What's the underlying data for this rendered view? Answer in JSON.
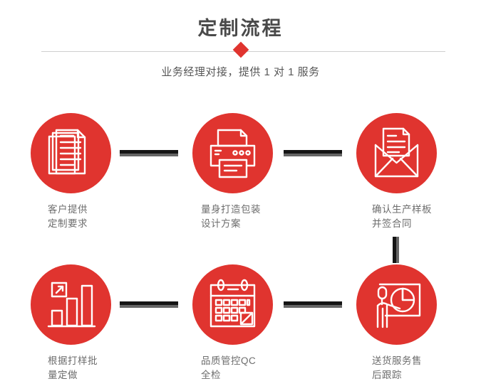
{
  "header": {
    "title": "定制流程",
    "subtitle": "业务经理对接，提供 1 对 1 服务",
    "divider_icon": "diamond-icon",
    "accent_color": "#e0342f",
    "title_color": "#4a4a4a",
    "subtitle_color": "#575757",
    "divider_color": "#cfcfcf"
  },
  "flow": {
    "connector_colors": {
      "dark": "#151515",
      "light": "#656565"
    },
    "steps": [
      {
        "index": 1,
        "icon": "documents-stack-icon",
        "label": "客户提供\n定制要求",
        "label_line1": "客户提供",
        "label_line2": "定制要求"
      },
      {
        "index": 2,
        "icon": "printer-icon",
        "label": "量身打造包装\n设计方案",
        "label_line1": "量身打造包装",
        "label_line2": "设计方案"
      },
      {
        "index": 3,
        "icon": "envelope-document-icon",
        "label": "确认生产样板\n并签合同",
        "label_line1": "确认生产样板",
        "label_line2": "并签合同"
      },
      {
        "index": 4,
        "icon": "bar-chart-growth-icon",
        "label": "根据打样批\n量定做",
        "label_line1": "根据打样批",
        "label_line2": "量定做"
      },
      {
        "index": 5,
        "icon": "calendar-check-icon",
        "label": "品质管控QC\n全检",
        "label_line1": "品质管控QC",
        "label_line2": "全检"
      },
      {
        "index": 6,
        "icon": "presenter-piechart-icon",
        "label": "送货服务售\n后跟踪",
        "label_line1": "送货服务售",
        "label_line2": "后跟踪"
      }
    ]
  }
}
